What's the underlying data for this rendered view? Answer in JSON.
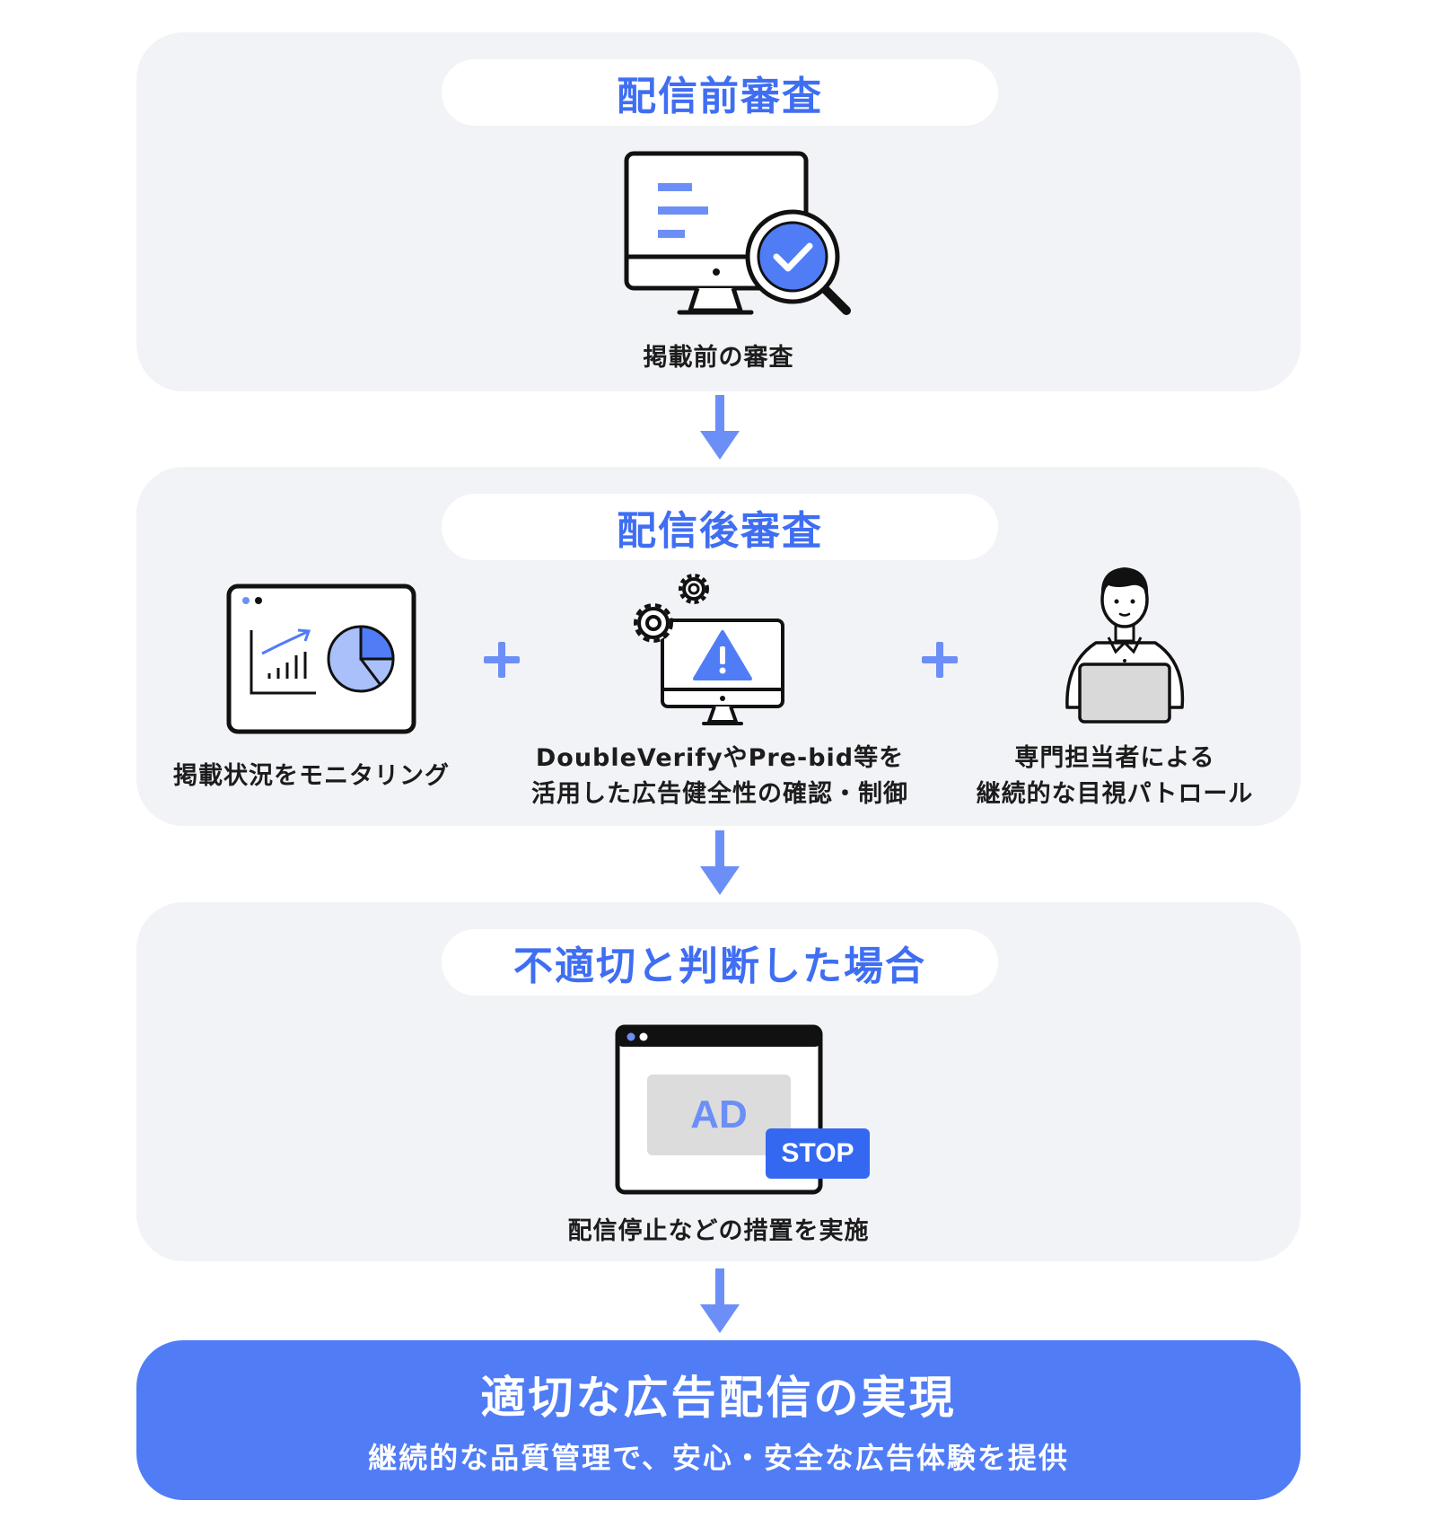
{
  "colors": {
    "accent": "#3f6ef2",
    "panel_background": "#f2f3f7",
    "arrow": "#6b8ff6",
    "final_background": "#507cf6",
    "stop_badge": "#3568f0"
  },
  "steps": [
    {
      "title": "配信前審査",
      "items": [
        {
          "icon": "monitor-magnifier-check-icon",
          "caption": "掲載前の審査"
        }
      ]
    },
    {
      "title": "配信後審査",
      "items": [
        {
          "icon": "analytics-dashboard-icon",
          "caption_lines": [
            "掲載状況をモニタリング"
          ]
        },
        {
          "icon": "monitor-warning-gears-icon",
          "caption_lines": [
            "DoubleVerifyやPre-bid等を",
            "活用した広告健全性の確認・制御"
          ]
        },
        {
          "icon": "person-laptop-icon",
          "caption_lines": [
            "専門担当者による",
            "継続的な目視パトロール"
          ]
        }
      ],
      "connector": "+"
    },
    {
      "title": "不適切と判断した場合",
      "items": [
        {
          "icon": "browser-ad-stop-icon",
          "caption": "配信停止などの措置を実施",
          "ad_label": "AD",
          "stop_label": "STOP"
        }
      ]
    }
  ],
  "result": {
    "title": "適切な広告配信の実現",
    "subtitle": "継続的な品質管理で、安心・安全な広告体験を提供"
  }
}
